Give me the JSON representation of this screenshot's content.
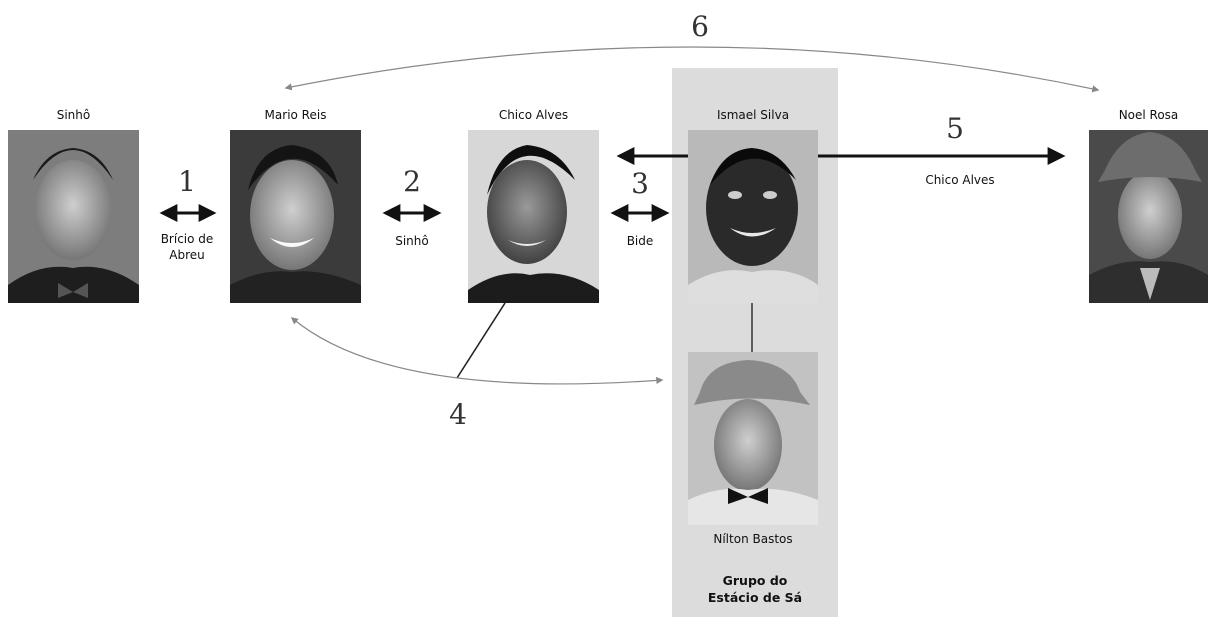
{
  "people": {
    "sinho": "Sinhô",
    "mario_reis": "Mario Reis",
    "chico_alves": "Chico Alves",
    "ismael_silva": "Ismael Silva",
    "noel_rosa": "Noel Rosa",
    "nilton_bastos": "Nílton Bastos"
  },
  "group": {
    "line1": "Grupo do",
    "line2": "Estácio de Sá"
  },
  "links": {
    "n1": "1",
    "n2": "2",
    "n3": "3",
    "n4": "4",
    "n5": "5",
    "n6": "6",
    "label1_line1": "Brício de",
    "label1_line2": "Abreu",
    "label2": "Sinhô",
    "label3": "Bide",
    "label5": "Chico Alves"
  },
  "colors": {
    "group_background": "#dcdcdc",
    "arrow": "#111111",
    "curve": "#9a9a9a"
  }
}
